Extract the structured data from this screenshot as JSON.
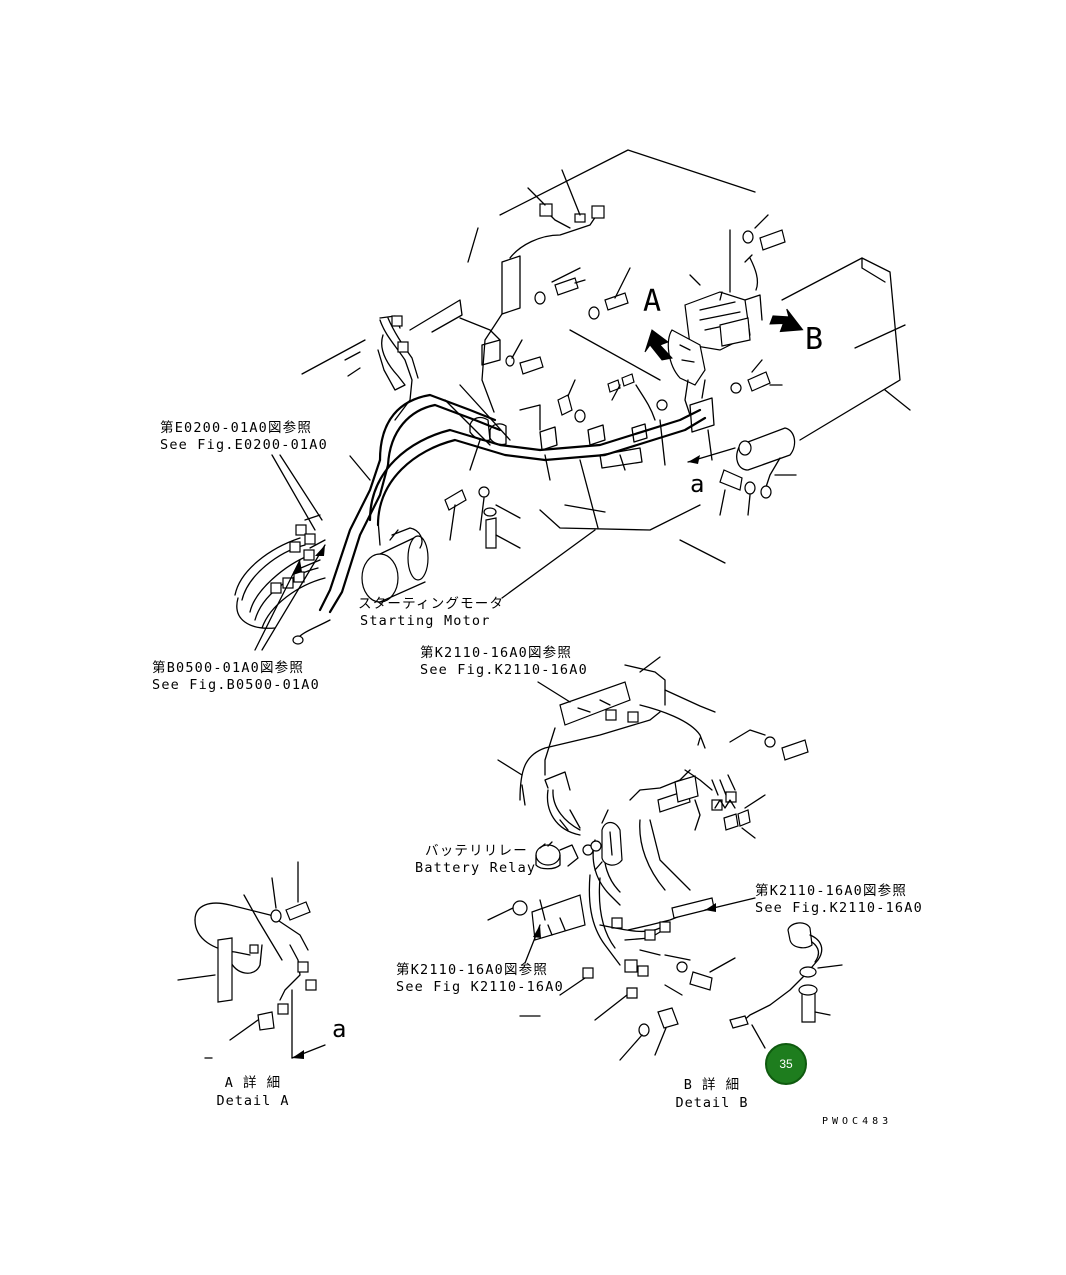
{
  "references": {
    "e0200_jp": "第E0200-01A0図参照",
    "e0200_en": "See Fig.E0200-01A0",
    "b0500_jp": "第B0500-01A0図参照",
    "b0500_en": "See Fig.B0500-01A0",
    "k2110_top_jp": "第K2110-16A0図参照",
    "k2110_top_en": "See Fig.K2110-16A0",
    "k2110_right_jp": "第K2110-16A0図参照",
    "k2110_right_en": "See Fig.K2110-16A0",
    "k2110_left_jp": "第K2110-16A0図参照",
    "k2110_left_en": "See Fig K2110-16A0"
  },
  "parts": {
    "starting_motor_jp": "スターティングモータ",
    "starting_motor_en": "Starting Motor",
    "battery_relay_jp": "バッテリリレー",
    "battery_relay_en": "Battery Relay"
  },
  "view_markers": {
    "a_upper": "A",
    "b_upper": "B",
    "a_lower_main": "a",
    "a_lower_detail": "a"
  },
  "details": {
    "a_jp": "A 詳 細",
    "a_en": "Detail A",
    "b_jp": "B 詳 細",
    "b_en": "Detail B"
  },
  "drawing_code": "PWOC483",
  "page_number": "35",
  "colors": {
    "badge": "#1e7d1e",
    "line": "#000000"
  }
}
